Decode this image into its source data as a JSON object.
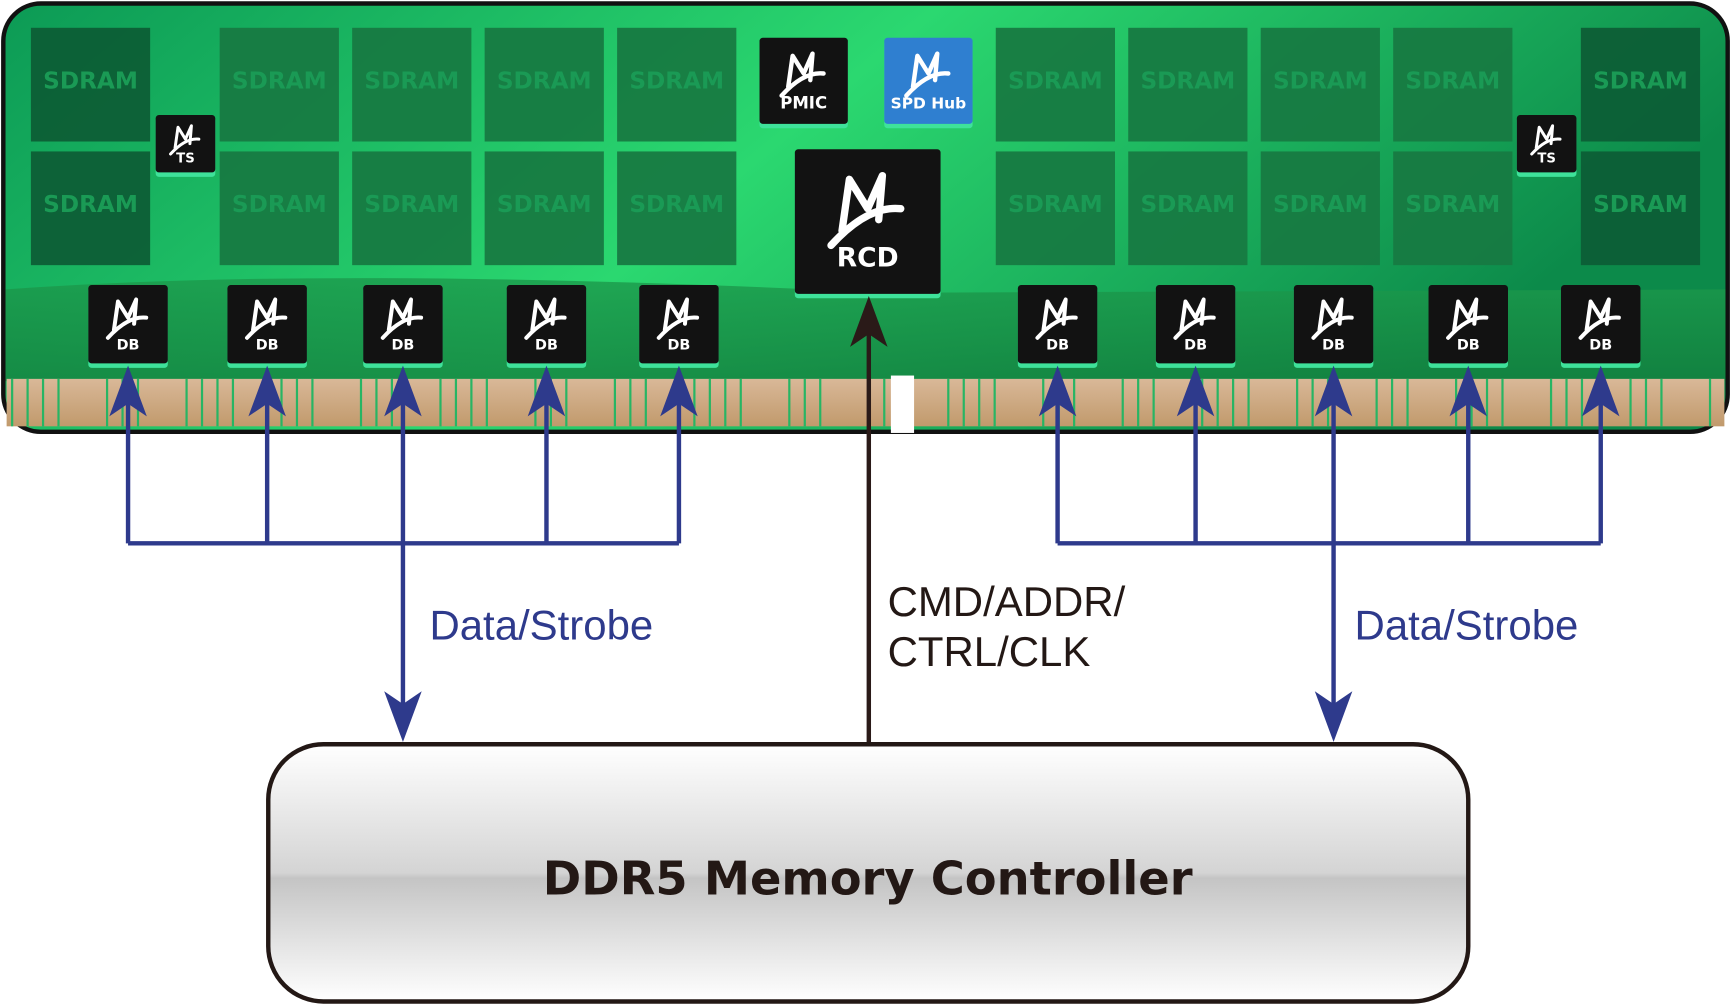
{
  "module": {
    "sdram_label": "SDRAM",
    "sdram_count": 20,
    "chips": {
      "pmic": "PMIC",
      "spd_hub": "SPD Hub",
      "rcd": "RCD",
      "ts_left": "TS",
      "ts_right": "TS",
      "db": [
        "DB",
        "DB",
        "DB",
        "DB",
        "DB",
        "DB",
        "DB",
        "DB",
        "DB",
        "DB"
      ]
    }
  },
  "signals": {
    "data_left": "Data/Strobe",
    "data_right": "Data/Strobe",
    "cmd_line1": "CMD/ADDR/",
    "cmd_line2": "CTRL/CLK"
  },
  "controller": {
    "label": "DDR5 Memory Controller"
  },
  "colors": {
    "pcb_green": "#1fae5a",
    "sdram_fill": "#136b3c",
    "chip_black": "#111111",
    "spd_blue": "#2f7fd0",
    "data_arrow": "#2e3a8c",
    "cmd_arrow": "#2a1a18",
    "gold_finger": "#c8a37a"
  }
}
